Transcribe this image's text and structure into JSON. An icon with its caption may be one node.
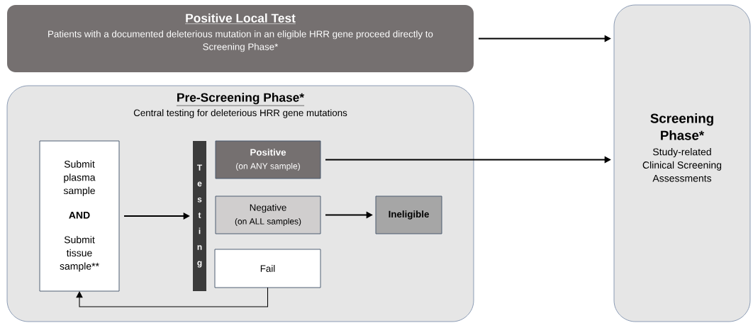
{
  "diagram": {
    "nodes": [
      {
        "text": [
          "Positive Local Test",
          "Patients with a documented deleterious mutation in an eligible HRR gene proceed directly to Screening Phase*"
        ]
      },
      {
        "text": [
          "Pre-Screening Phase*",
          "Central testing for deleterious HRR gene mutations"
        ]
      },
      {
        "text": [
          "Submit plasma sample",
          "AND",
          "Submit tissue sample**"
        ],
        "in": 1
      },
      {
        "text": [
          "Testing"
        ],
        "in": 1
      },
      {
        "text": [
          "Positive",
          "(on ANY sample)"
        ],
        "in": 1
      },
      {
        "text": [
          "Negative",
          "(on ALL samples)"
        ],
        "in": 1
      },
      {
        "text": [
          "Ineligible"
        ],
        "in": 1
      },
      {
        "text": [
          "Fail"
        ],
        "in": 1
      },
      {
        "text": [
          "Screening Phase*",
          "Study-related Clinical Screening Assessments"
        ]
      }
    ],
    "edges": [
      {
        "from": 0,
        "to": 8,
        "arrow": "to"
      },
      {
        "from": 2,
        "to": 3,
        "arrow": "to"
      },
      {
        "from": 4,
        "to": 8,
        "arrow": "to"
      },
      {
        "from": 5,
        "to": 6,
        "arrow": "to"
      },
      {
        "from": 7,
        "to": 2,
        "arrow": "to"
      }
    ]
  }
}
